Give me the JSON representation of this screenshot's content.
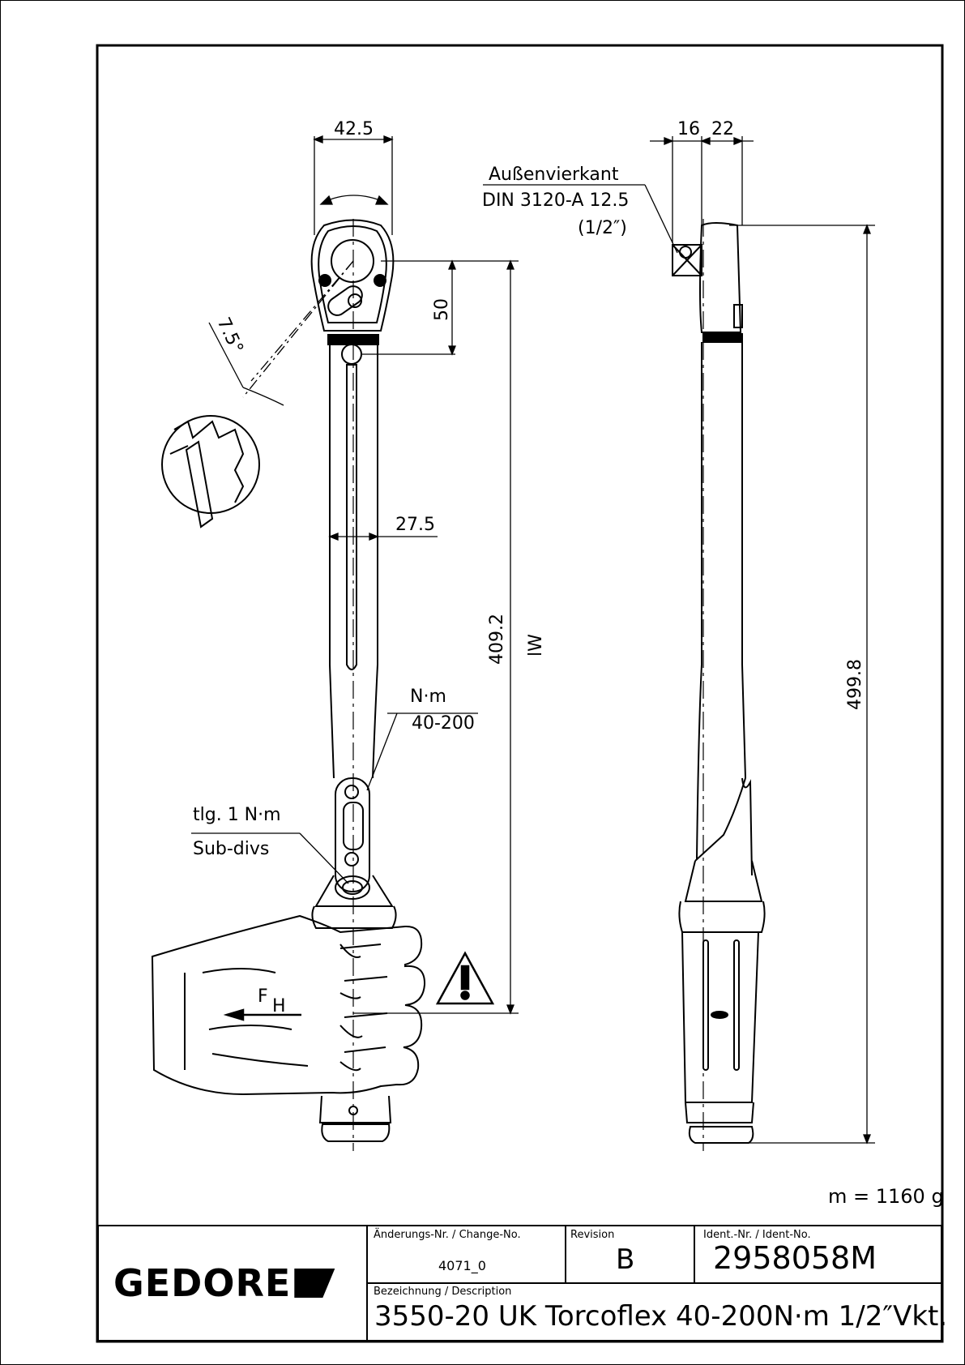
{
  "drawing": {
    "dimensions": {
      "head_width": "42.5",
      "head_depth_a": "16",
      "head_depth_b": "22",
      "head_offset": "50",
      "tube_width": "27.5",
      "effective_length": "409.2",
      "effective_length_symbol": "lW",
      "overall_length": "499.8",
      "ratchet_angle": "7.5°"
    },
    "notes": {
      "drive_label": "Außenvierkant",
      "drive_standard": "DIN 3120-A 12.5",
      "drive_size": "(1/2″)",
      "unit": "N·m",
      "range": "40-200",
      "subdiv_de": "tlg. 1 N·m",
      "subdiv_en": "Sub-divs",
      "force_symbol": "F",
      "force_subscript": "H"
    },
    "mass": "m = 1160 g"
  },
  "title_block": {
    "brand": "GEDORE",
    "change_label": "Änderungs-Nr. / Change-No.",
    "change_value": "4071_0",
    "revision_label": "Revision",
    "revision_value": "B",
    "ident_label": "Ident.-Nr. / Ident-No.",
    "ident_value": "2958058M",
    "description_label": "Bezeichnung / Description",
    "description_value": "3550-20 UK Torcoflex  40-200N·m 1/2″Vkt."
  }
}
